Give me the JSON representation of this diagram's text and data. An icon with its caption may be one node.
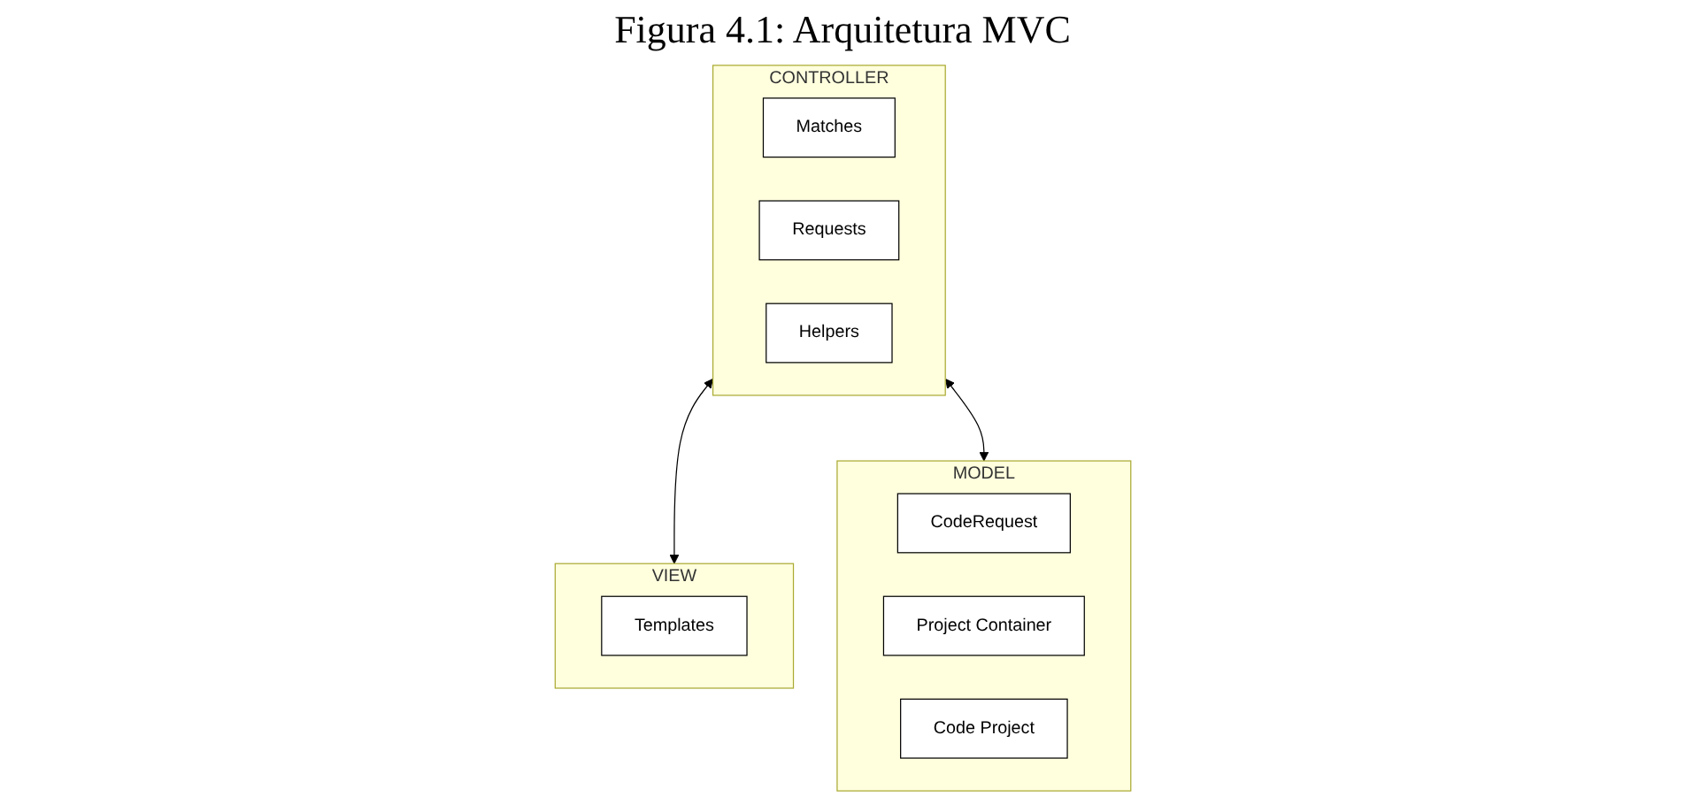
{
  "diagram": {
    "title": "Figura 4.1: Arquitetura MVC",
    "nodes": [
      {
        "text": [
          "CONTROLLER"
        ]
      },
      {
        "text": [
          "Matches"
        ],
        "in": 0
      },
      {
        "text": [
          "Requests"
        ],
        "in": 0
      },
      {
        "text": [
          "Helpers"
        ],
        "in": 0
      },
      {
        "text": [
          "VIEW"
        ]
      },
      {
        "text": [
          "Templates"
        ],
        "in": 4
      },
      {
        "text": [
          "MODEL"
        ]
      },
      {
        "text": [
          "CodeRequest"
        ],
        "in": 6
      },
      {
        "text": [
          "Project Container"
        ],
        "in": 6
      },
      {
        "text": [
          "Code Project"
        ],
        "in": 6
      }
    ],
    "edges": [
      {
        "from": 0,
        "to": 4,
        "arrow": "both"
      },
      {
        "from": 0,
        "to": 6,
        "arrow": "both"
      }
    ]
  }
}
